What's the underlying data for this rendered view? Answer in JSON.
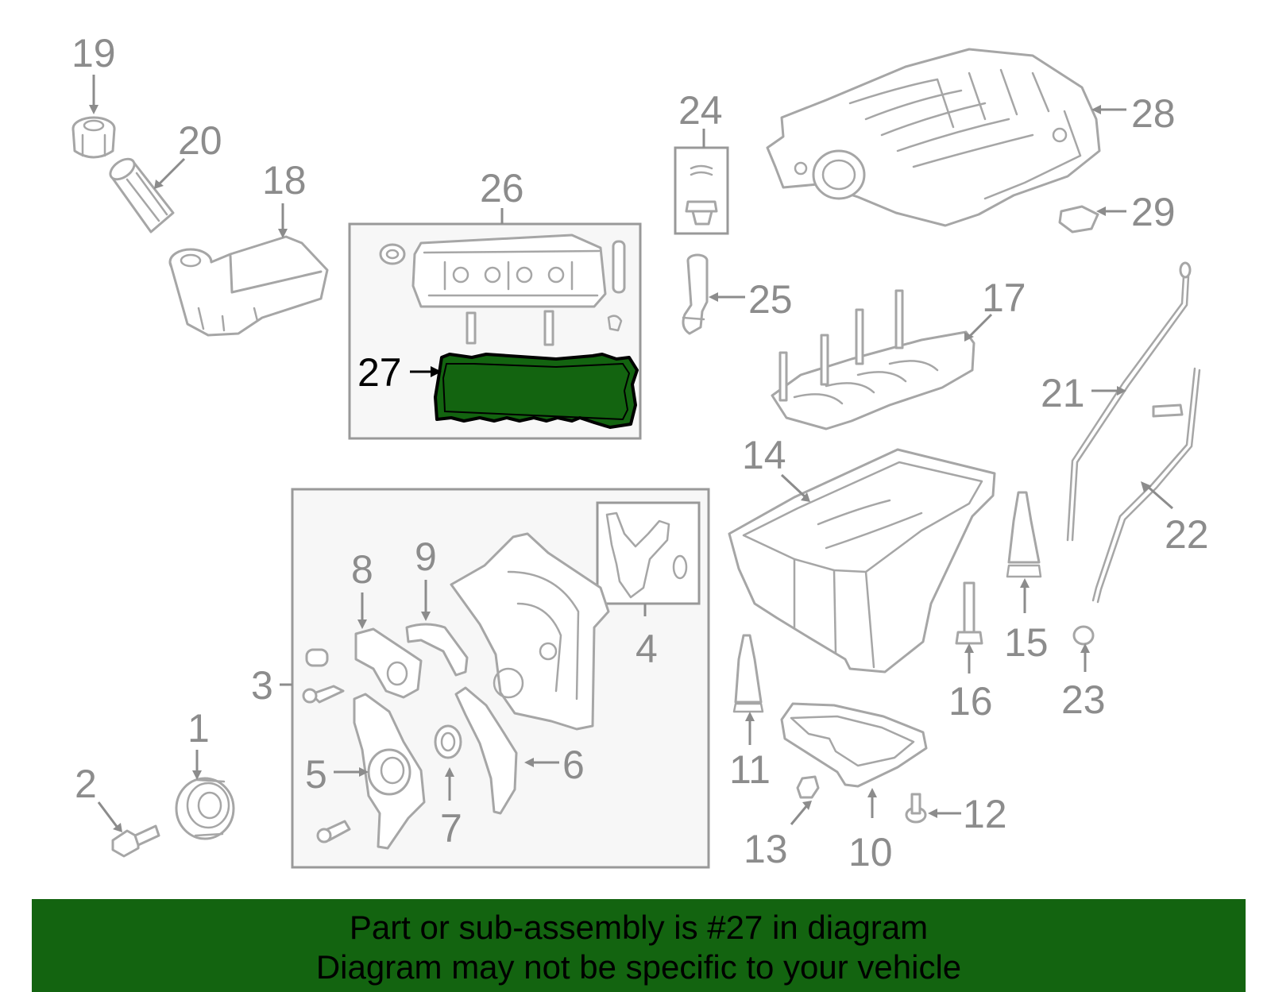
{
  "diagram": {
    "highlighted_part": "27",
    "highlight_color": "#136410",
    "labels": {
      "p1": "1",
      "p2": "2",
      "p3": "3",
      "p4": "4",
      "p5": "5",
      "p6": "6",
      "p7": "7",
      "p8": "8",
      "p9": "9",
      "p10": "10",
      "p11": "11",
      "p12": "12",
      "p13": "13",
      "p14": "14",
      "p15": "15",
      "p16": "16",
      "p17": "17",
      "p18": "18",
      "p19": "19",
      "p20": "20",
      "p21": "21",
      "p22": "22",
      "p23": "23",
      "p24": "24",
      "p25": "25",
      "p26": "26",
      "p27": "27",
      "p28": "28",
      "p29": "29"
    }
  },
  "caption": {
    "line1": "Part or sub-assembly is #27 in diagram",
    "line2": "Diagram may not be specific to your vehicle",
    "background": "#136410"
  }
}
